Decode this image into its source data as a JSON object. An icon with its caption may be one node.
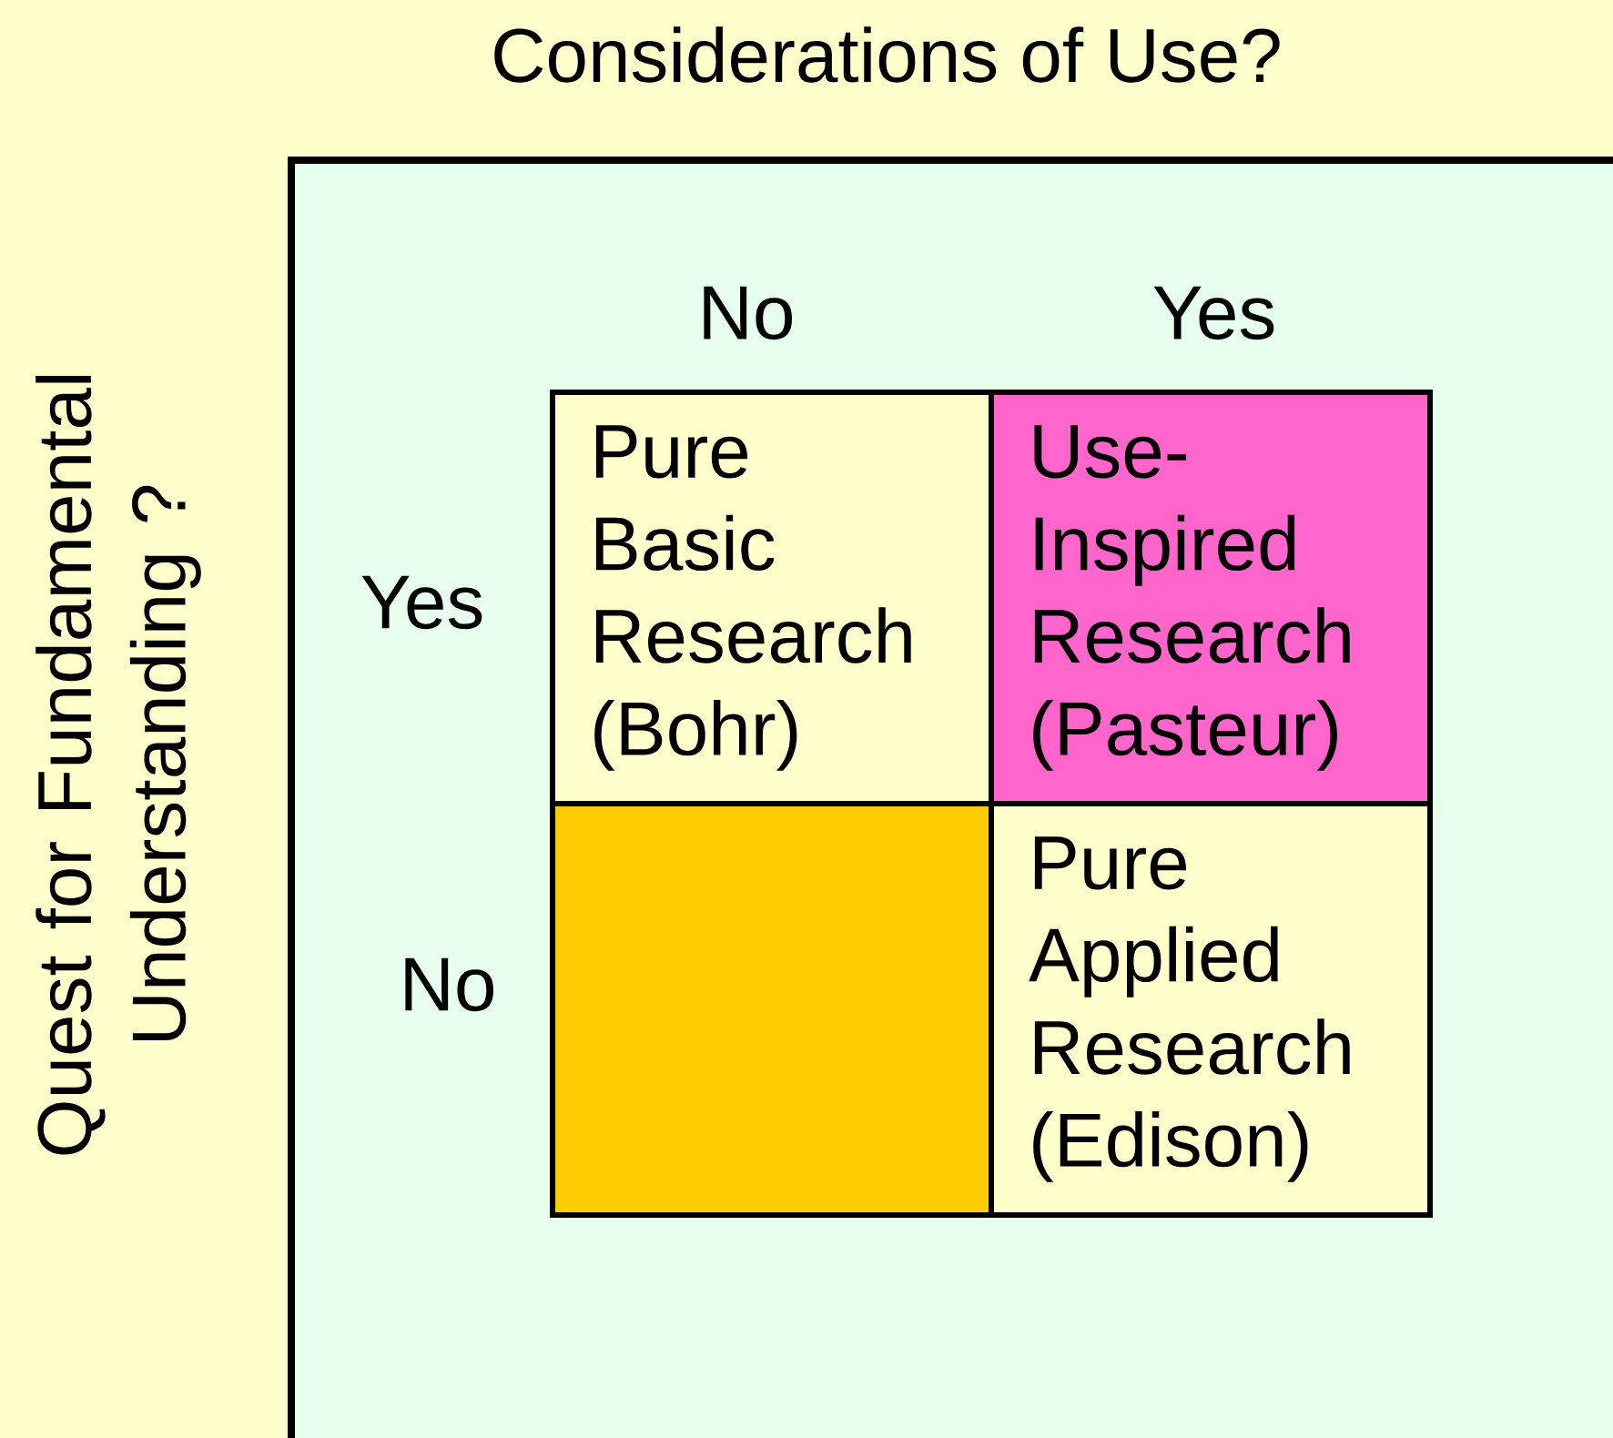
{
  "diagram": {
    "title": "Considerations of Use?",
    "nodes": [
      {
        "text": [
          "Pure Basic Research (Bohr)"
        ]
      },
      {
        "text": [
          "Use-Inspired Research (Pasteur)"
        ]
      },
      {
        "text": [],
        "shape": "box"
      },
      {
        "text": [
          "Pure Applied Research (Edison)"
        ]
      }
    ],
    "labels": [
      "Quest for Fundamental Understanding ?",
      "No",
      "Yes",
      "Yes",
      "No"
    ]
  }
}
